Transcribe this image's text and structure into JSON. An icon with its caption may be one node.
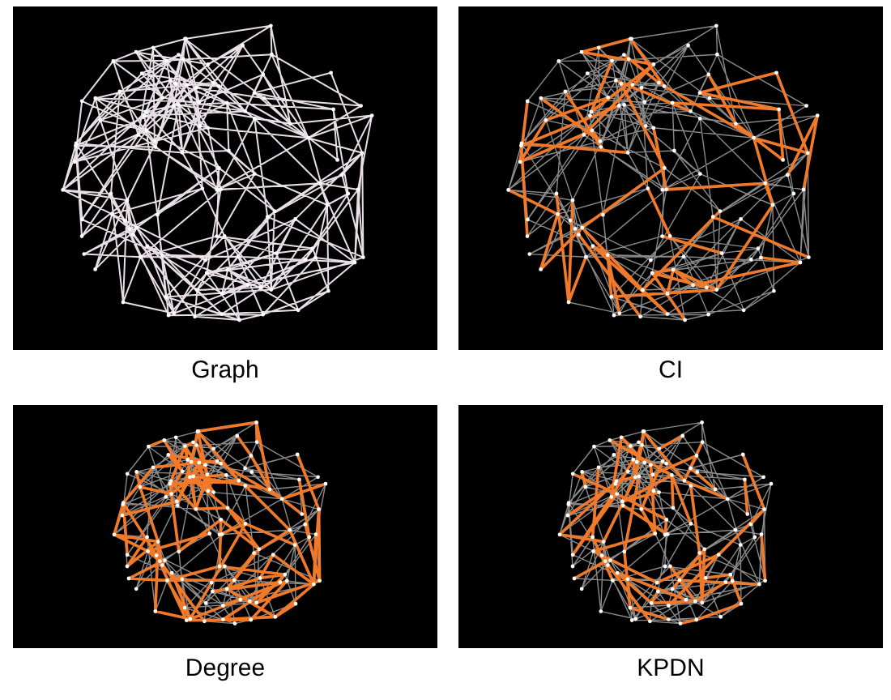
{
  "diagram": {
    "labels": [
      "Graph",
      "CI",
      "Degree",
      "KPDN"
    ]
  }
}
